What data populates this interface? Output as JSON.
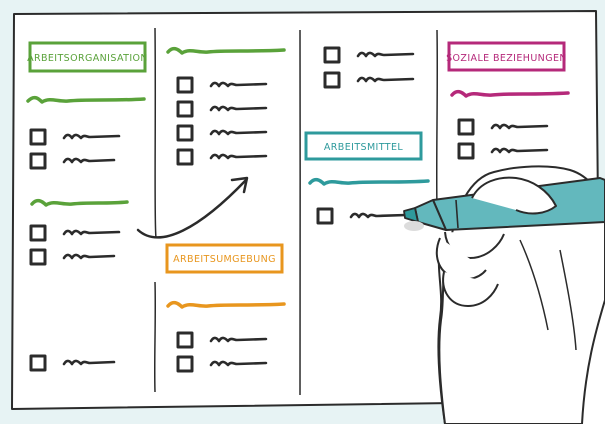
{
  "headers": {
    "arbeitsorganisation": "ARBEITSORGANISATION",
    "arbeitsumgebung": "ARBEITSUMGEBUNG",
    "arbeitsmittel": "ARBEITSMITTEL",
    "soziale_beziehungen": "SOZIALE BEZIEHUNGEN"
  },
  "colors": {
    "green": "#5aa23a",
    "orange": "#e8961e",
    "teal": "#2e9a9c",
    "magenta": "#b5297a",
    "ink": "#2b2b2b",
    "backdrop": "#e7f3f4",
    "marker_body": "#63b8bd"
  },
  "icons": [
    "checkbox-icon",
    "scribble-line-icon",
    "arrow-icon",
    "hand-with-marker"
  ]
}
